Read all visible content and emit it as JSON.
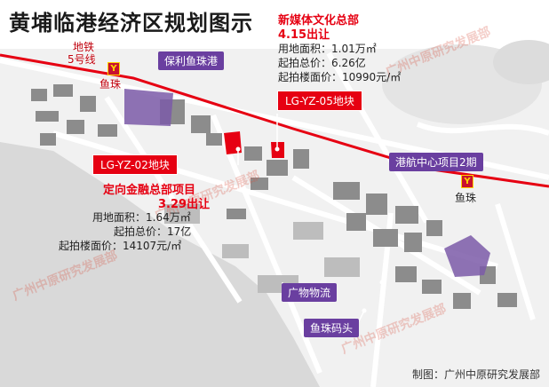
{
  "title": "黄埔临港经济区规划图示",
  "credit": "制图：广州中原研究发展部",
  "watermark": "广州中原研究发展部",
  "colors": {
    "rail": "#e60012",
    "purple": "#6a3fa0",
    "red": "#e60012"
  },
  "metro": {
    "line_label_1": "地铁",
    "line_label_2": "5号线",
    "station_1": "鱼珠",
    "station_2": "鱼珠",
    "icon": "metro-icon"
  },
  "places": {
    "poly": "保利鱼珠港",
    "ganghang": "港航中心项目2期",
    "wuliu": "广物物流",
    "matou": "鱼珠码头"
  },
  "lots": {
    "lot05": "LG-YZ-05地块",
    "lot02": "LG-YZ-02地块"
  },
  "media_hq": {
    "heading": "新媒体文化总部",
    "date": "4.15出让",
    "area": "用地面积：1.01万㎡",
    "price": "起拍总价：6.26亿",
    "floor_price": "起拍楼面价：10990元/㎡"
  },
  "finance_hq": {
    "heading": "定向金融总部项目",
    "date": "3.29出让",
    "area": "用地面积：1.64万㎡",
    "price": "起拍总价：17亿",
    "floor_price": "起拍楼面价：14107元/㎡"
  }
}
